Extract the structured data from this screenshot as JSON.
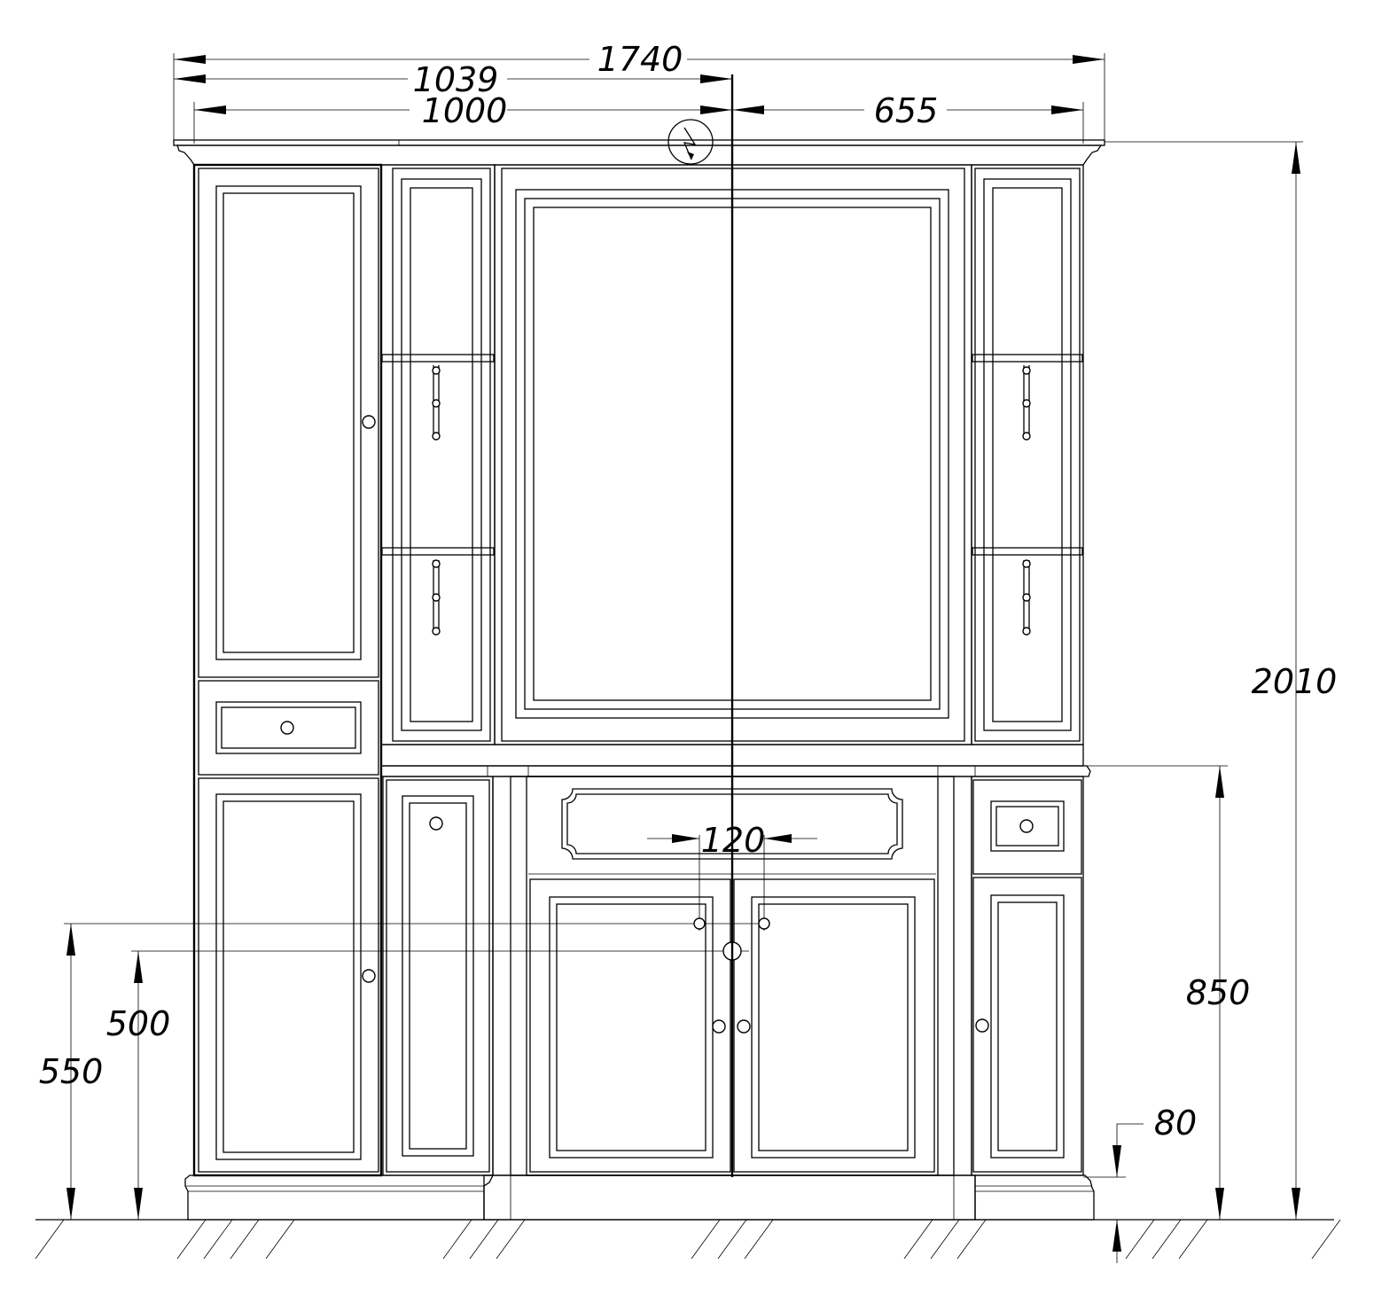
{
  "dimensions": {
    "total_width": "1740",
    "center_offset": "1039",
    "left_section": "1000",
    "right_section": "655",
    "total_height": "2010",
    "counter_height": "850",
    "plinth_height": "80",
    "pipe_spacing": "120",
    "outlet_height_1": "550",
    "outlet_height_2": "500"
  },
  "symbols": {
    "electrical_outlet": "lightning-icon"
  }
}
